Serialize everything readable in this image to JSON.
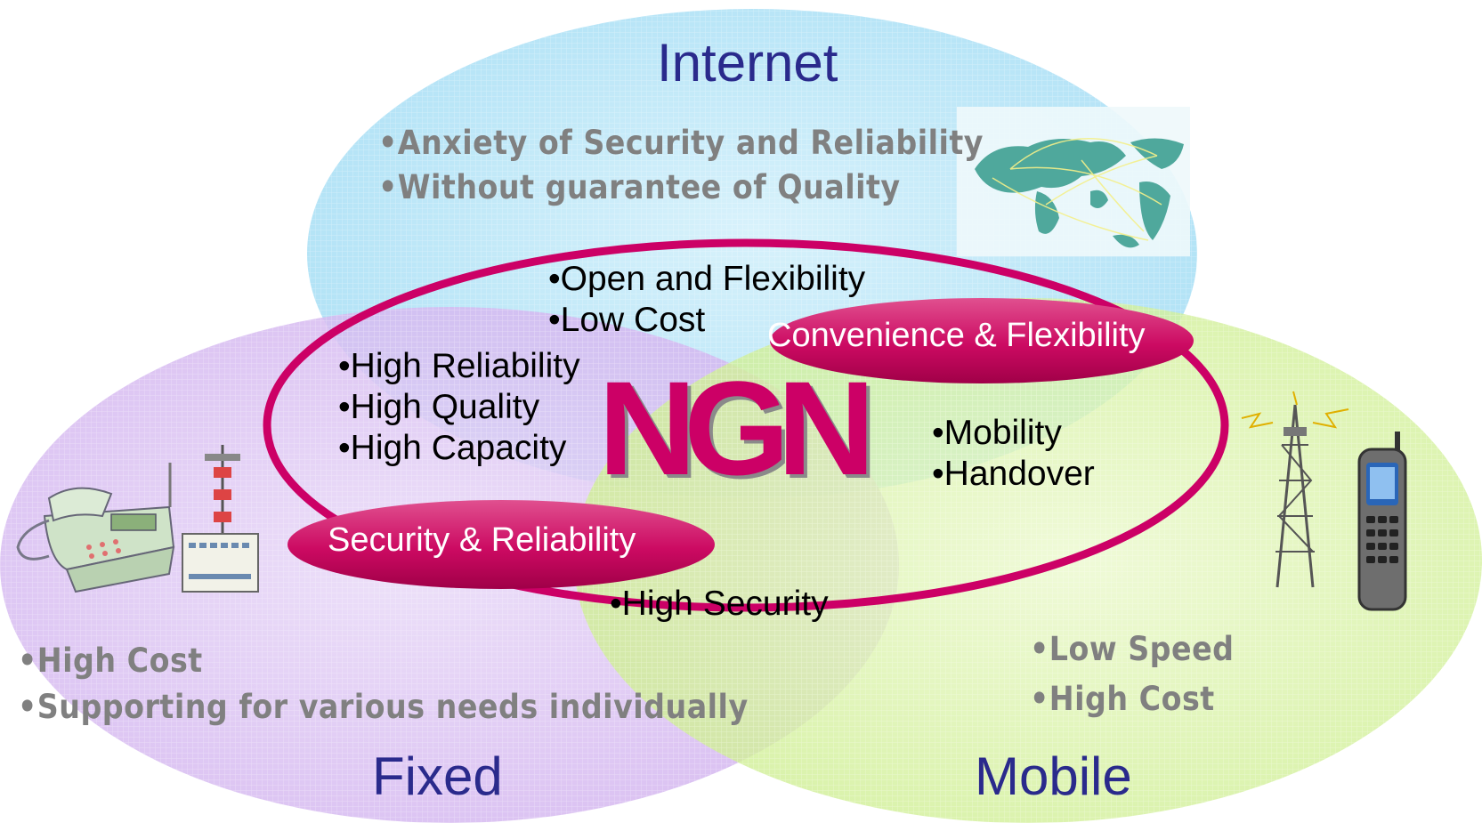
{
  "circles": {
    "internet": {
      "title": "Internet",
      "points": [
        "•Anxiety of Security and Reliability",
        "•Without guarantee of Quality"
      ]
    },
    "fixed": {
      "title": "Fixed",
      "points": [
        "•High Cost",
        "•Supporting for various needs individually"
      ]
    },
    "mobile": {
      "title": "Mobile",
      "points": [
        "•Low Speed",
        "•High Cost"
      ]
    }
  },
  "ngn": {
    "title": "NGN",
    "top_points": [
      "•Open and Flexibility",
      "•Low Cost"
    ],
    "left_points": [
      "•High Reliability",
      "•High Quality",
      "•High Capacity"
    ],
    "right_points": [
      "•Mobility",
      "•Handover"
    ],
    "bottom_point": "•High Security",
    "badges": {
      "convenience": "Convenience & Flexibility",
      "security": "Security & Reliability"
    }
  },
  "colors": {
    "internet": "#bfe8fa",
    "fixed": "#dcc2f2",
    "mobile": "#d8f1a8",
    "accent": "#cc0066"
  },
  "icons": [
    "world-map-icon",
    "telephone-icon",
    "exchange-tower-icon",
    "cell-tower-icon",
    "mobile-phone-icon"
  ]
}
